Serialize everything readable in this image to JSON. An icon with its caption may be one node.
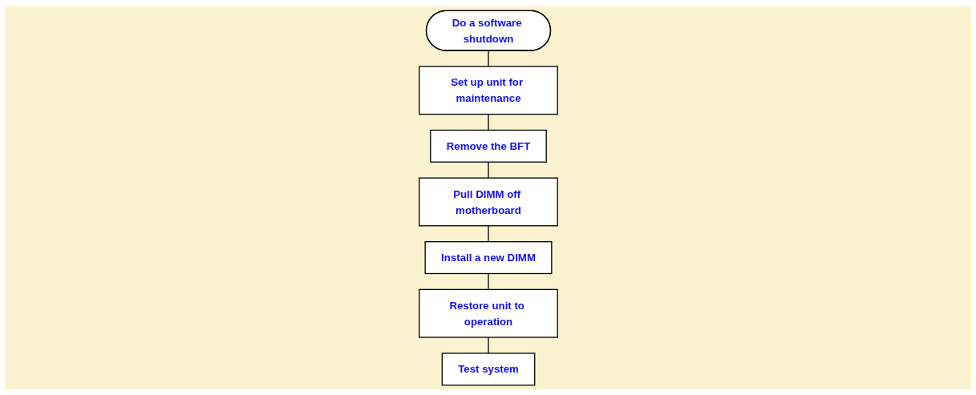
{
  "diagram": {
    "nodes": [
      {
        "text": [
          "Do a software shutdown"
        ]
      },
      {
        "text": [
          "Set up unit for maintenance"
        ]
      },
      {
        "text": [
          "Remove the BFT"
        ]
      },
      {
        "text": [
          "Pull DIMM off motherboard"
        ]
      },
      {
        "text": [
          "Install a new DIMM"
        ]
      },
      {
        "text": [
          "Restore unit to operation"
        ]
      },
      {
        "text": [
          "Test system"
        ]
      }
    ],
    "edges": [
      {
        "from": 0,
        "to": 1,
        "arrow": "none"
      },
      {
        "from": 1,
        "to": 2,
        "arrow": "none"
      },
      {
        "from": 2,
        "to": 3,
        "arrow": "none"
      },
      {
        "from": 3,
        "to": 4,
        "arrow": "none"
      },
      {
        "from": 4,
        "to": 5,
        "arrow": "none"
      },
      {
        "from": 5,
        "to": 6,
        "arrow": "none"
      }
    ]
  }
}
